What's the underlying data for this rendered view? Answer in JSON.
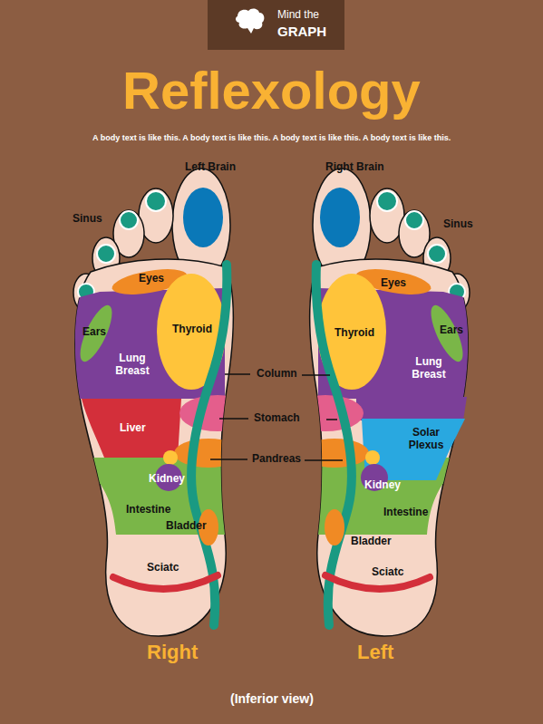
{
  "diagram": {
    "title": "Reflexology",
    "caption": "(Inferior view)",
    "nodes": [
      {
        "text": [
          "Eyes"
        ]
      },
      {
        "text": [
          "Thyroid"
        ]
      },
      {
        "text": [
          "Ears"
        ]
      },
      {
        "text": [
          "Lung Breast"
        ]
      },
      {
        "text": [
          "Liver"
        ]
      },
      {
        "text": [
          "Intestine"
        ]
      },
      {
        "text": [
          "Eyes"
        ]
      },
      {
        "text": [
          "Thyroid"
        ]
      },
      {
        "text": [
          "Ears"
        ]
      },
      {
        "text": [
          "Lung Breast"
        ]
      },
      {
        "text": [
          "Solar Plexus"
        ]
      },
      {
        "text": [
          "Intestine"
        ]
      }
    ],
    "labels": [
      "Mind the",
      "GRAPH",
      "A body text is like this. A body text is like this. A body text is like this. A body text is like this.",
      "Left Brain",
      "Right Brain",
      "Sinus",
      "Sinus",
      "Column",
      "Stomach",
      "Pandreas",
      "Kidney",
      "Bladder",
      "Sciatc",
      "Kidney",
      "Bladder",
      "Sciatc",
      "Right",
      "Left"
    ]
  }
}
